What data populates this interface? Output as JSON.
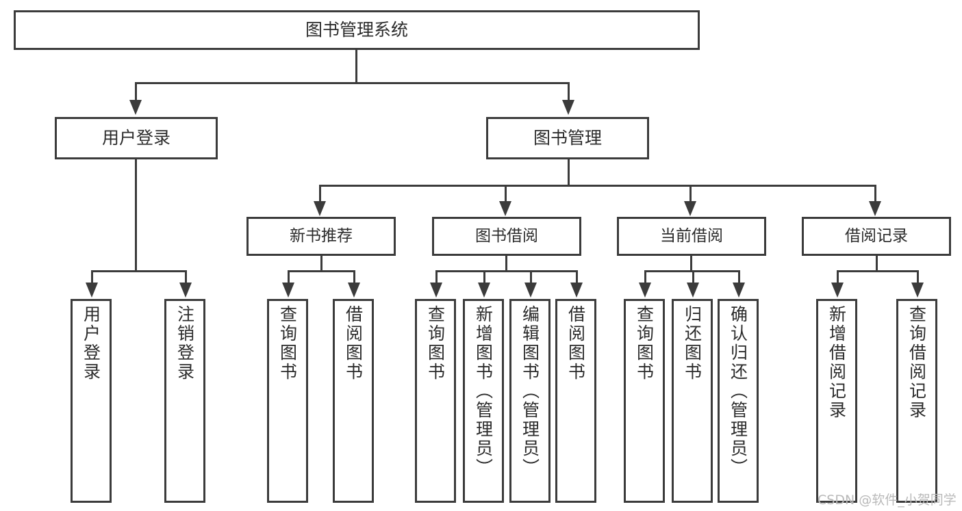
{
  "diagram": {
    "type": "tree",
    "title": "图书管理系统",
    "root": {
      "label": "图书管理系统"
    },
    "level2": [
      {
        "label": "用户登录"
      },
      {
        "label": "图书管理"
      }
    ],
    "level3": [
      {
        "label": "新书推荐"
      },
      {
        "label": "图书借阅"
      },
      {
        "label": "当前借阅"
      },
      {
        "label": "借阅记录"
      }
    ],
    "leaves": {
      "user_login": [
        {
          "label": "用户登录"
        },
        {
          "label": "注销登录"
        }
      ],
      "new_book_recommend": [
        {
          "label": "查询图书"
        },
        {
          "label": "借阅图书"
        }
      ],
      "book_borrow": [
        {
          "label": "查询图书"
        },
        {
          "label": "新增图书（管理员）"
        },
        {
          "label": "编辑图书（管理员）"
        },
        {
          "label": "借阅图书"
        }
      ],
      "current_borrow": [
        {
          "label": "查询图书"
        },
        {
          "label": "归还图书"
        },
        {
          "label": "确认归还（管理员）"
        }
      ],
      "borrow_records": [
        {
          "label": "新增借阅记录"
        },
        {
          "label": "查询借阅记录"
        }
      ]
    },
    "watermark": "CSDN @软件_小贺同学",
    "colors": {
      "stroke": "#3b3b3b",
      "text": "#2b2b2b",
      "background": "#ffffff",
      "watermark": "#b9b9b9"
    }
  }
}
